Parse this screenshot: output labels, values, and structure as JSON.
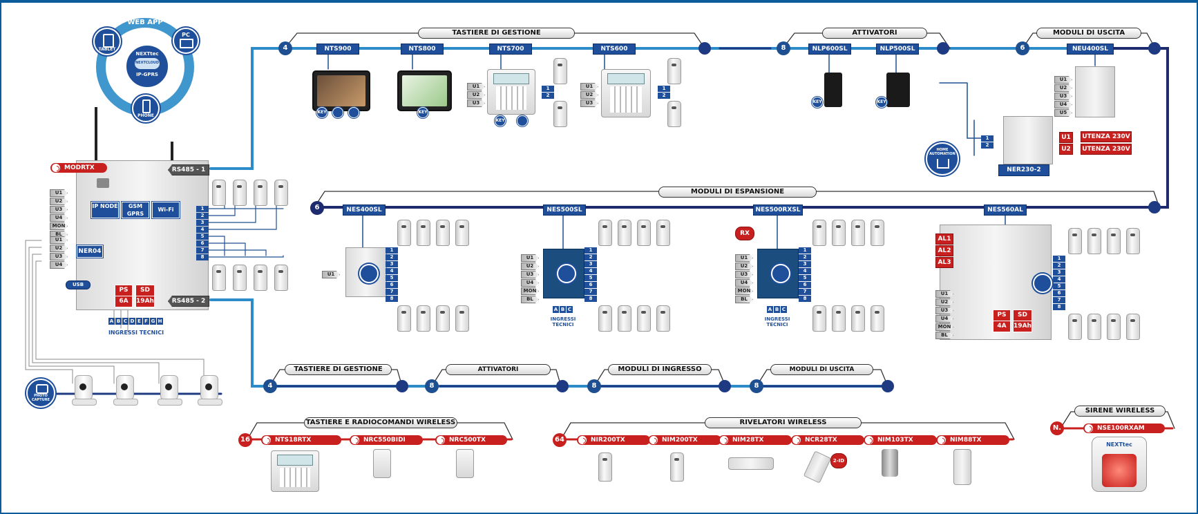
{
  "web_app": {
    "title": "WEB APP",
    "tablet": "TABLET",
    "pc": "PC",
    "phone": "PHONE",
    "center_logo": "NEXTtec",
    "center_name": "NEXTCLOUD",
    "center_sub": "IP-GPRS"
  },
  "central": {
    "radio_tag": "MODRTX",
    "bus1": "RS485 - 1",
    "bus2": "RS485 - 2",
    "modules": [
      "IP NODE",
      "GSM GPRS",
      "Wi-Fi"
    ],
    "ner04": "NER04",
    "usb": "USB",
    "ps": "PS",
    "ps_val": "6A",
    "sd": "SD",
    "sd_val": "19Ah",
    "ingressi": [
      "A",
      "B",
      "C",
      "D",
      "E",
      "F",
      "G",
      "H"
    ],
    "ingressi_label": "INGRESSI TECNICI",
    "outputs": [
      "U1",
      "U2",
      "U3",
      "U4",
      "MON",
      "BL"
    ],
    "ner_outputs": [
      "U1",
      "U2",
      "U3",
      "U4"
    ],
    "zones": [
      "1",
      "2",
      "3",
      "4",
      "5",
      "6",
      "7",
      "8"
    ]
  },
  "photo_capture": {
    "label": "PHOTO CAPTURE"
  },
  "bus_top": {
    "tastiere": {
      "title": "TASTIERE DI GESTIONE",
      "count": "4",
      "devices": [
        "NTS900",
        "NTS800",
        "NTS700",
        "NTS600"
      ],
      "key": "KEY",
      "u": [
        "U1",
        "U2",
        "U3"
      ],
      "io": [
        "1",
        "2"
      ]
    },
    "attivatori": {
      "title": "ATTIVATORI",
      "count": "8",
      "devices": [
        "NLP600SL",
        "NLP500SL"
      ]
    },
    "uscita": {
      "title": "MODULI DI USCITA",
      "count": "6",
      "device": "NEU400SL",
      "outputs": [
        "U1",
        "U2",
        "U3",
        "U4",
        "U5"
      ],
      "ner": "NER230-2",
      "home": "HOME AUTOMATION",
      "ner_out": [
        "U1",
        "U2"
      ],
      "utenza": "UTENZA 230V",
      "io": [
        "1",
        "2"
      ]
    }
  },
  "bus_exp": {
    "title": "MODULI DI ESPANSIONE",
    "count": "6",
    "devices": [
      "NES400SL",
      "NES500SL",
      "NES500RXSL",
      "NES560AL"
    ],
    "u1": "U1",
    "outputs": [
      "U1",
      "U2",
      "U3",
      "U4",
      "MON",
      "BL"
    ],
    "abc": [
      "A",
      "B",
      "C"
    ],
    "ingressi_label": "INGRESSI TECNICI",
    "rx_tag": "RX",
    "al": [
      "AL1",
      "AL2",
      "AL3"
    ],
    "ps": "PS",
    "ps_val": "4A",
    "sd": "SD",
    "sd_val": "19Ah"
  },
  "bus_bottom": {
    "groups": [
      {
        "title": "TASTIERE DI GESTIONE",
        "count": "4"
      },
      {
        "title": "ATTIVATORI",
        "count": "8"
      },
      {
        "title": "MODULI DI INGRESSO",
        "count": "8"
      },
      {
        "title": "MODULI DI USCITA",
        "count": "8"
      }
    ]
  },
  "wireless": {
    "tastiere": {
      "title": "TASTIERE E RADIOCOMANDI WIRELESS",
      "count": "16",
      "devices": [
        "NTS18RTX",
        "NRC550BIDI",
        "NRC500TX"
      ]
    },
    "rivelatori": {
      "title": "RIVELATORI WIRELESS",
      "count": "64",
      "devices": [
        "NIR200TX",
        "NIM200TX",
        "NIM28TX",
        "NCR28TX",
        "NIM103TX",
        "NIM88TX"
      ],
      "badge": "2-ID"
    },
    "sirene": {
      "title": "SIRENE WIRELESS",
      "count": "N.",
      "device": "NSE100RXAM",
      "logo": "NEXTtec"
    }
  },
  "colors": {
    "blue": "#1f4f9a",
    "navy": "#1d3a82",
    "light_blue": "#2b8cc9",
    "red": "#c8201e"
  }
}
